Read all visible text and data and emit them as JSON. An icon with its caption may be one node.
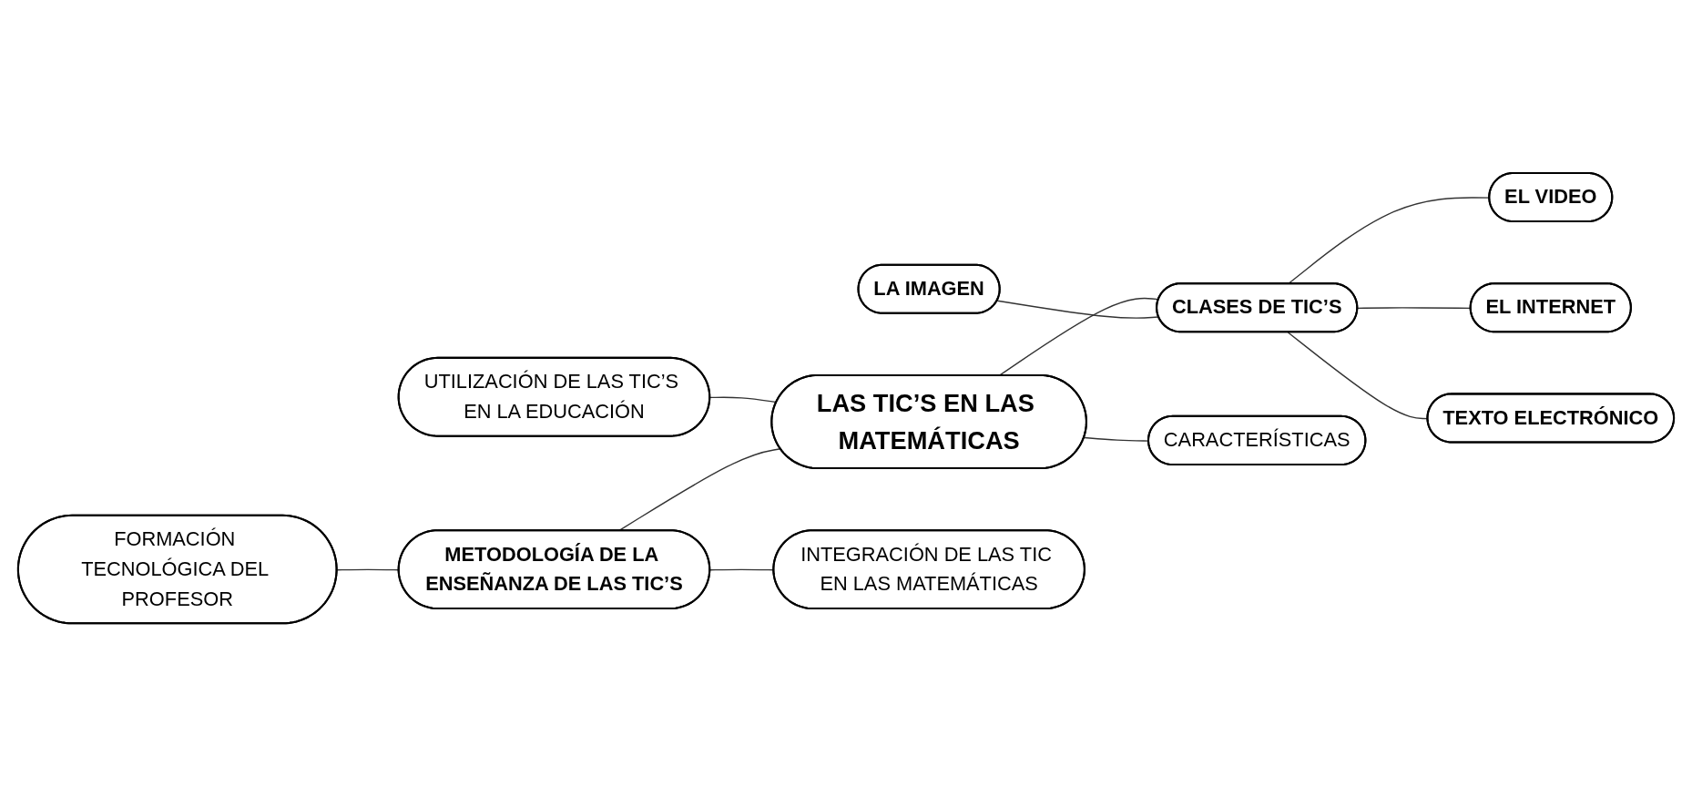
{
  "diagram": {
    "nodes": [
      {
        "text": [
          "FORMACIÓN TECNOLÓGICA DEL PROFESOR"
        ]
      },
      {
        "text": [
          "UTILIZACIÓN DE LAS TIC’S EN LA EDUCACIÓN"
        ]
      },
      {
        "text": [
          "LA IMAGEN"
        ]
      },
      {
        "text": [
          "EL VIDEO"
        ]
      },
      {
        "text": [
          "METODOLOGÍA DE LA ENSEÑANZA DE LAS TIC’S"
        ]
      },
      {
        "text": [
          "LAS TIC’S EN LAS MATEMÁTICAS"
        ]
      },
      {
        "text": [
          "CLASES DE TIC’S"
        ]
      },
      {
        "text": [
          "EL INTERNET"
        ]
      },
      {
        "text": [
          "INTEGRACIÓN DE LAS TIC EN LAS MATEMÁTICAS"
        ]
      },
      {
        "text": [
          "CARACTERÍSTICAS"
        ]
      },
      {
        "text": [
          "TEXTO ELECTRÓNICO"
        ]
      }
    ],
    "edges": [
      {
        "from": 0,
        "to": 4,
        "arrow": "none"
      },
      {
        "from": 1,
        "to": 5,
        "arrow": "none"
      },
      {
        "from": 4,
        "to": 5,
        "arrow": "none"
      },
      {
        "from": 4,
        "to": 8,
        "arrow": "none"
      },
      {
        "from": 5,
        "to": 9,
        "arrow": "none"
      },
      {
        "from": 5,
        "to": 6,
        "arrow": "none"
      },
      {
        "from": 2,
        "to": 6,
        "arrow": "none"
      },
      {
        "from": 6,
        "to": 3,
        "arrow": "none"
      },
      {
        "from": 6,
        "to": 7,
        "arrow": "none"
      },
      {
        "from": 6,
        "to": 10,
        "arrow": "none"
      }
    ]
  }
}
